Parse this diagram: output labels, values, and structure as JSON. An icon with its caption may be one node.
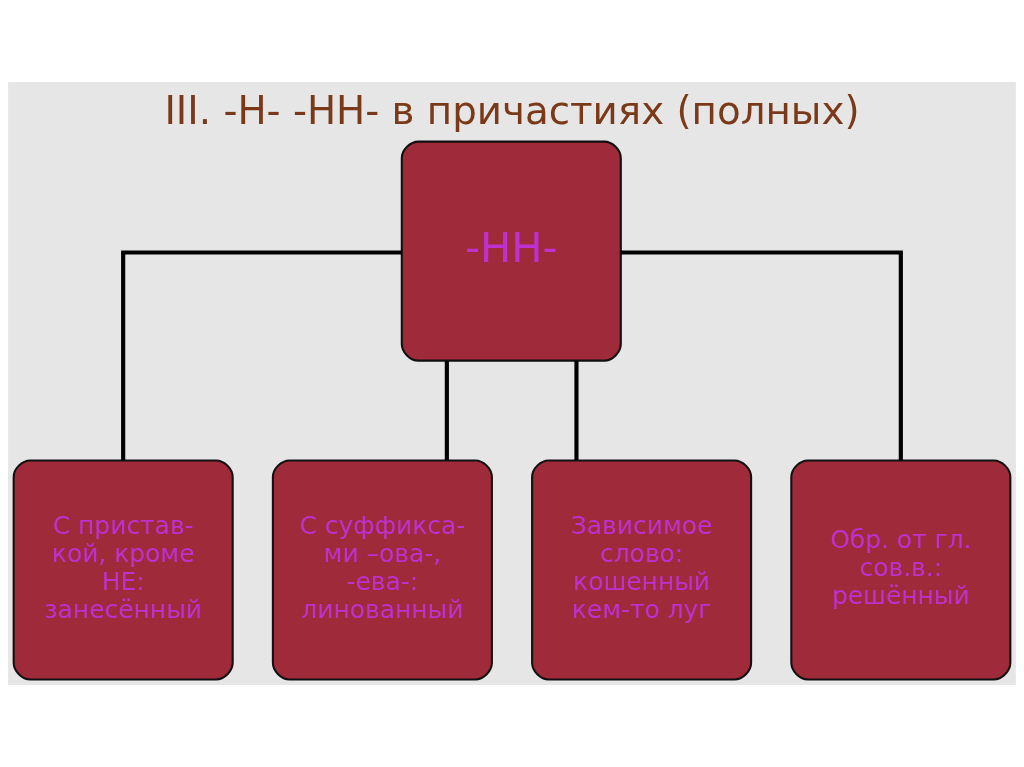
{
  "diagram": {
    "title": "III. -Н- -НН- в причастиях (полных)",
    "nodes": [
      {
        "text": [
          "-НН-"
        ]
      },
      {
        "text": [
          "С пристав- кой, кроме НЕ: занесённый"
        ]
      },
      {
        "text": [
          "С суффикса- ми –ова-, -ева-: линованный"
        ]
      },
      {
        "text": [
          "Зависимое слово: кошенный кем-то луг"
        ]
      },
      {
        "text": [
          "Обр. от гл. сов.в.: решённый"
        ]
      }
    ],
    "edges": [
      {
        "from": 0,
        "to": 1,
        "arrow": "none"
      },
      {
        "from": 0,
        "to": 2,
        "arrow": "none"
      },
      {
        "from": 0,
        "to": 3,
        "arrow": "none"
      },
      {
        "from": 0,
        "to": 4,
        "arrow": "none"
      }
    ]
  }
}
